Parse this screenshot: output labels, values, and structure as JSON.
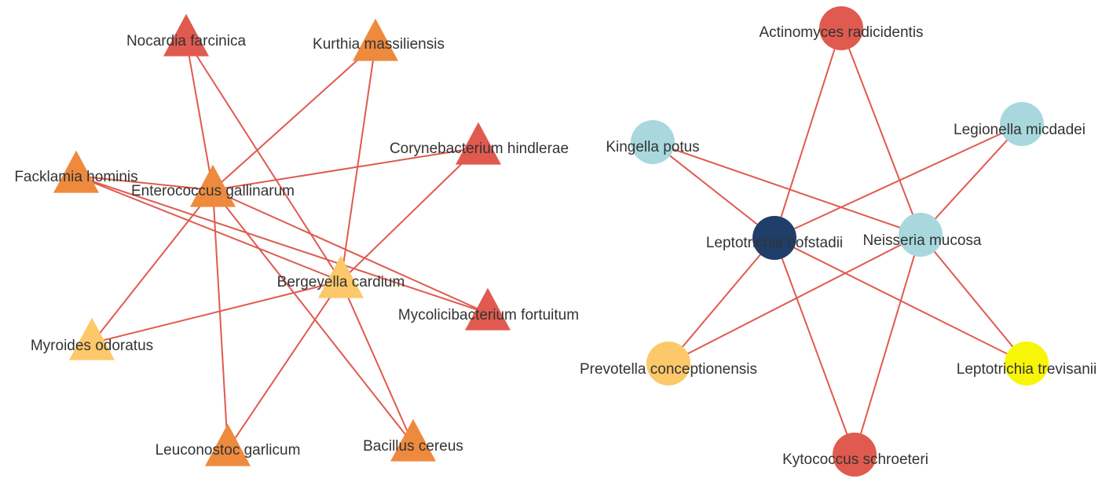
{
  "colors": {
    "edge": "#e05a4f",
    "red": "#e05a4f",
    "orange": "#ee8a3e",
    "light_orange": "#fcc869",
    "light_blue": "#a8d8dd",
    "navy": "#1f3e6a",
    "yellow": "#f7f508"
  },
  "networks": [
    {
      "shape": "triangle",
      "nodes": [
        {
          "id": "nocardia",
          "label": "Nocardia farcinica",
          "color": "red"
        },
        {
          "id": "kurthia",
          "label": "Kurthia massiliensis",
          "color": "orange"
        },
        {
          "id": "corynebacterium",
          "label": "Corynebacterium hindlerae",
          "color": "red"
        },
        {
          "id": "facklamia",
          "label": "Facklamia hominis",
          "color": "orange"
        },
        {
          "id": "enterococcus",
          "label": "Enterococcus gallinarum",
          "color": "orange"
        },
        {
          "id": "bergeyella",
          "label": "Bergeyella cardium",
          "color": "light_orange"
        },
        {
          "id": "mycolicibacterium",
          "label": "Mycolicibacterium fortuitum",
          "color": "red"
        },
        {
          "id": "myroides",
          "label": "Myroides odoratus",
          "color": "light_orange"
        },
        {
          "id": "leuconostoc",
          "label": "Leuconostoc garlicum",
          "color": "orange"
        },
        {
          "id": "bacillus",
          "label": "Bacillus cereus",
          "color": "orange"
        }
      ],
      "edges": [
        [
          "nocardia",
          "enterococcus"
        ],
        [
          "nocardia",
          "bergeyella"
        ],
        [
          "kurthia",
          "enterococcus"
        ],
        [
          "kurthia",
          "bergeyella"
        ],
        [
          "corynebacterium",
          "enterococcus"
        ],
        [
          "corynebacterium",
          "bergeyella"
        ],
        [
          "facklamia",
          "enterococcus"
        ],
        [
          "facklamia",
          "mycolicibacterium"
        ],
        [
          "facklamia",
          "bergeyella"
        ],
        [
          "enterococcus",
          "mycolicibacterium"
        ],
        [
          "enterococcus",
          "myroides"
        ],
        [
          "enterococcus",
          "leuconostoc"
        ],
        [
          "enterococcus",
          "bacillus"
        ],
        [
          "bergeyella",
          "myroides"
        ],
        [
          "bergeyella",
          "leuconostoc"
        ],
        [
          "bergeyella",
          "bacillus"
        ]
      ]
    },
    {
      "shape": "circle",
      "nodes": [
        {
          "id": "actinomyces",
          "label": "Actinomyces radicidentis",
          "color": "red"
        },
        {
          "id": "kingella",
          "label": "Kingella potus",
          "color": "light_blue"
        },
        {
          "id": "legionella",
          "label": "Legionella micdadei",
          "color": "light_blue"
        },
        {
          "id": "leptohofstadii",
          "label": "Leptotrichia hofstadii",
          "color": "navy"
        },
        {
          "id": "neisseria",
          "label": "Neisseria mucosa",
          "color": "light_blue"
        },
        {
          "id": "prevotella",
          "label": "Prevotella conceptionensis",
          "color": "light_orange"
        },
        {
          "id": "leptotrevisanii",
          "label": "Leptotrichia trevisanii",
          "color": "yellow"
        },
        {
          "id": "kytococcus",
          "label": "Kytococcus schroeteri",
          "color": "red"
        }
      ],
      "edges": [
        [
          "actinomyces",
          "leptohofstadii"
        ],
        [
          "actinomyces",
          "neisseria"
        ],
        [
          "kingella",
          "leptohofstadii"
        ],
        [
          "kingella",
          "neisseria"
        ],
        [
          "legionella",
          "leptohofstadii"
        ],
        [
          "legionella",
          "neisseria"
        ],
        [
          "leptohofstadii",
          "prevotella"
        ],
        [
          "leptohofstadii",
          "leptotrevisanii"
        ],
        [
          "leptohofstadii",
          "kytococcus"
        ],
        [
          "neisseria",
          "prevotella"
        ],
        [
          "neisseria",
          "leptotrevisanii"
        ],
        [
          "neisseria",
          "kytococcus"
        ]
      ]
    }
  ]
}
